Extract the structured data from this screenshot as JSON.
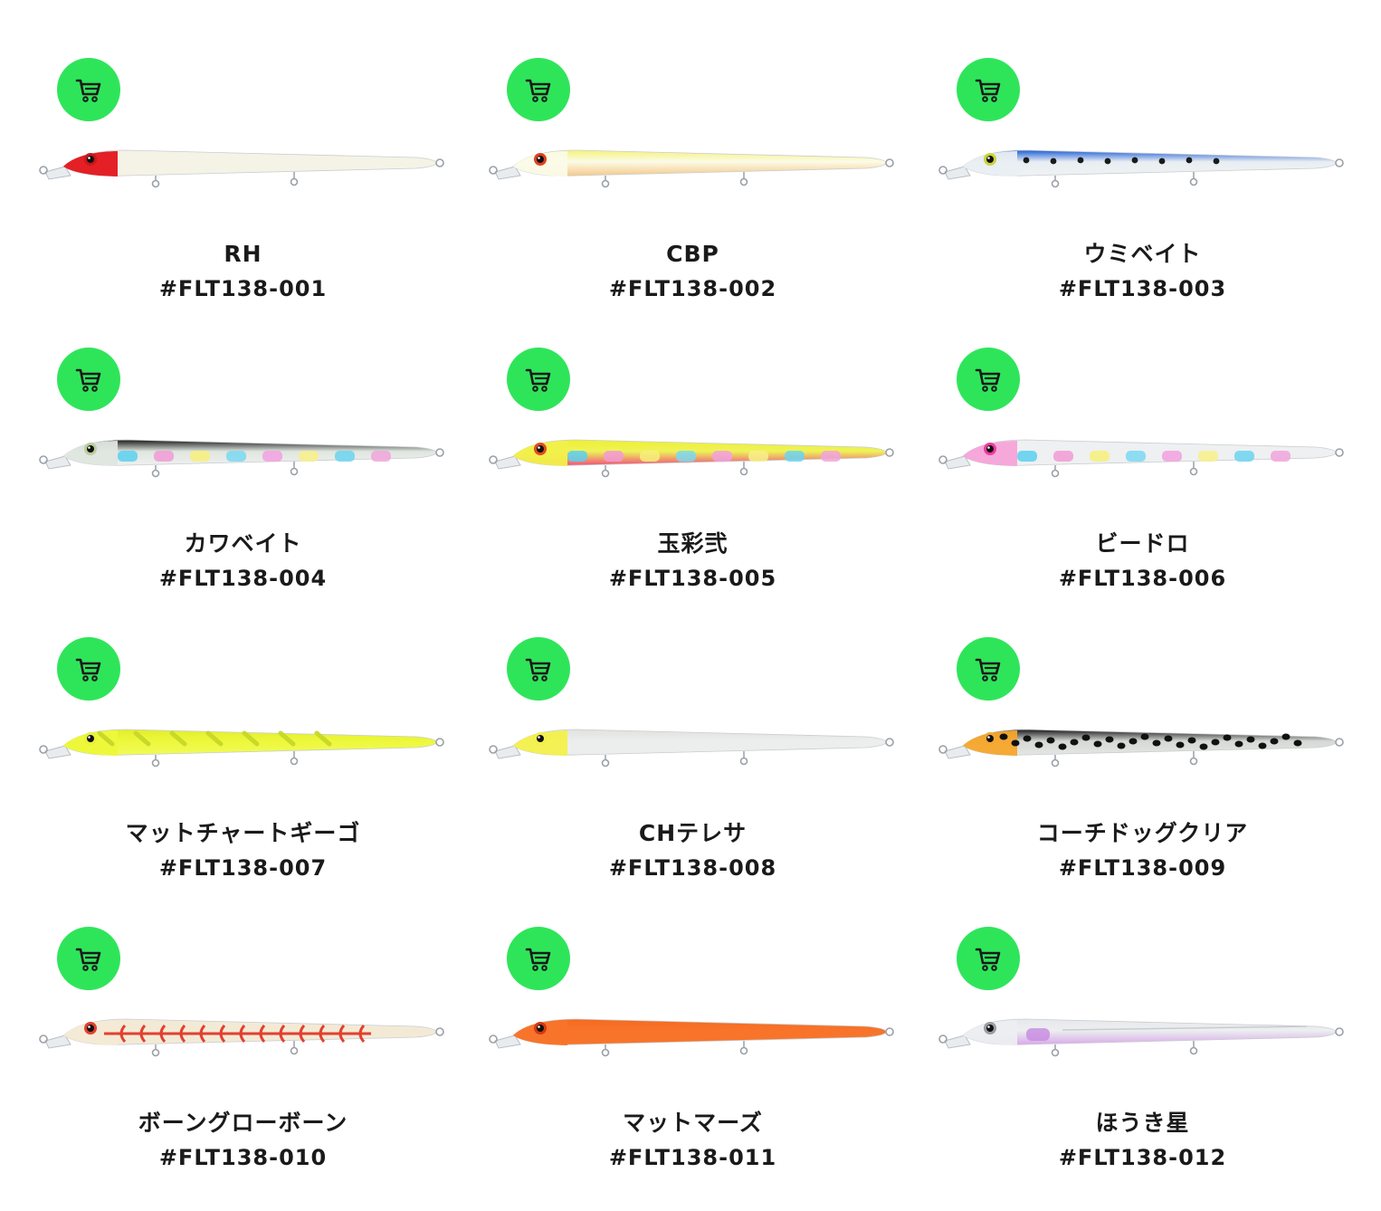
{
  "accent_color": "#2ee55a",
  "cart_icon": "shopping-cart-icon",
  "products": [
    {
      "name": "RH",
      "code": "#FLT138-001",
      "body": "#f4f3e6",
      "head": "#e3131b",
      "back": "#f4f3e6",
      "belly": "#f4f3e6",
      "eye": "#c8171b",
      "pattern": "none"
    },
    {
      "name": "CBP",
      "code": "#FLT138-002",
      "body": "#fbfbe8",
      "head": "#fbfbe8",
      "back": "#f6f27a",
      "belly": "#f5c98a",
      "eye": "#e04020",
      "pattern": "none"
    },
    {
      "name": "ウミベイト",
      "code": "#FLT138-003",
      "body": "#e9eef2",
      "head": "#e9eef2",
      "back": "#1f5fd8",
      "belly": "#eef2f4",
      "eye": "#c9d43a",
      "pattern": "dots"
    },
    {
      "name": "カワベイト",
      "code": "#FLT138-004",
      "body": "#dfe6df",
      "head": "#dfe6df",
      "back": "#1a1a1a",
      "belly": "#eef0ee",
      "eye": "#b9cf9a",
      "pattern": "rainbow"
    },
    {
      "name": "玉彩弐",
      "code": "#FLT138-005",
      "body": "#eef25a",
      "head": "#f1f04a",
      "back": "#eef02f",
      "belly": "#f0507a",
      "eye": "#e04a20",
      "pattern": "rainbow"
    },
    {
      "name": "ビードロ",
      "code": "#FLT138-006",
      "body": "#eef0f1",
      "head": "#f5a3d8",
      "back": "#eef0f1",
      "belly": "#eef0f1",
      "eye": "#f03aa0",
      "pattern": "rainbow"
    },
    {
      "name": "マットチャートギーゴ",
      "code": "#FLT138-007",
      "body": "#edf83a",
      "head": "#edf83a",
      "back": "#e1ee2c",
      "belly": "#f0fa5a",
      "eye": "#e7f23a",
      "pattern": "stripes"
    },
    {
      "name": "CHテレサ",
      "code": "#FLT138-008",
      "body": "#eceeee",
      "head": "#f3f04a",
      "back": "#e2e2dc",
      "belly": "#eceeee",
      "eye": "#f3f04a",
      "pattern": "none"
    },
    {
      "name": "コーチドッグクリア",
      "code": "#FLT138-009",
      "body": "#d6d8d6",
      "head": "#f6a72c",
      "back": "#1a1a1a",
      "belly": "#e4e6e4",
      "eye": "#f6a72c",
      "pattern": "spots"
    },
    {
      "name": "ボーングローボーン",
      "code": "#FLT138-010",
      "body": "#f3ead6",
      "head": "#f3ead6",
      "back": "#f3ead6",
      "belly": "#f3ead6",
      "eye": "#e24030",
      "pattern": "bones"
    },
    {
      "name": "マットマーズ",
      "code": "#FLT138-011",
      "body": "#f8742a",
      "head": "#f8742a",
      "back": "#f56a20",
      "belly": "#f8742a",
      "eye": "#d23a10",
      "pattern": "none"
    },
    {
      "name": "ほうき星",
      "code": "#FLT138-012",
      "body": "#eceef0",
      "head": "#eceef0",
      "back": "#e6e8ea",
      "belly": "#d9a8ea",
      "eye": "#9a9ea2",
      "pattern": "comet"
    }
  ]
}
